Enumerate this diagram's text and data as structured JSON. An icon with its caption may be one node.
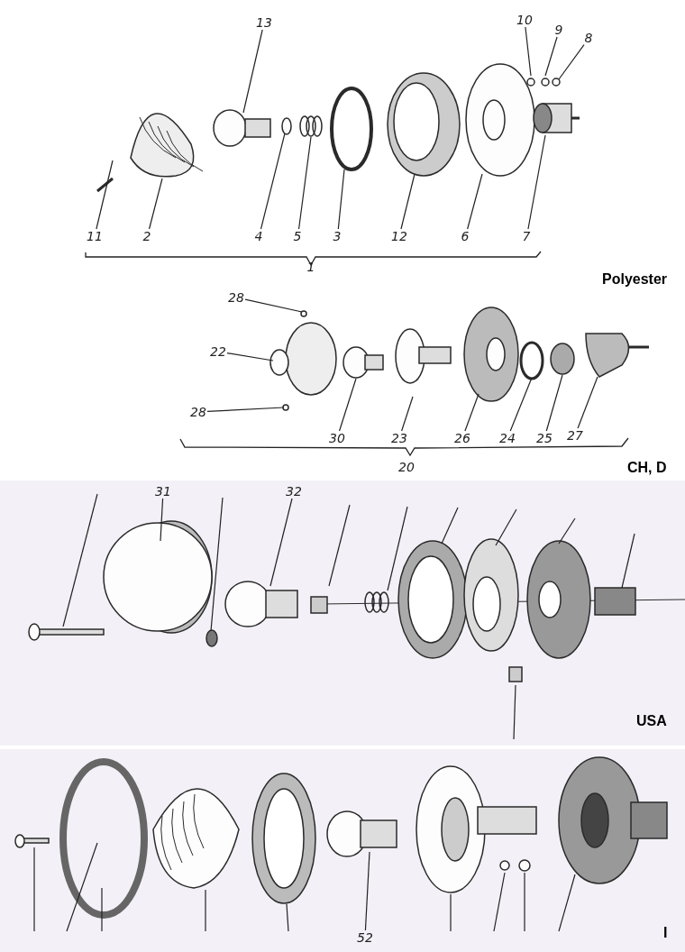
{
  "diagram": {
    "nodes": [
      {
        "text": [
          "13"
        ]
      },
      {
        "text": [
          "10"
        ]
      },
      {
        "text": [
          "9"
        ]
      },
      {
        "text": [
          "8"
        ]
      },
      {
        "text": [
          "11"
        ]
      },
      {
        "text": [
          "2"
        ]
      },
      {
        "text": [
          "4"
        ]
      },
      {
        "text": [
          "5"
        ]
      },
      {
        "text": [
          "3"
        ]
      },
      {
        "text": [
          "12"
        ]
      },
      {
        "text": [
          "6"
        ]
      },
      {
        "text": [
          "7"
        ]
      },
      {
        "text": [
          "28"
        ]
      },
      {
        "text": [
          "22"
        ]
      },
      {
        "text": [
          "28"
        ]
      },
      {
        "text": [
          "30"
        ]
      },
      {
        "text": [
          "23"
        ]
      },
      {
        "text": [
          "26"
        ]
      },
      {
        "text": [
          "24"
        ]
      },
      {
        "text": [
          "25"
        ]
      },
      {
        "text": [
          "27"
        ]
      },
      {
        "text": [
          "31"
        ]
      },
      {
        "text": [
          "32"
        ]
      },
      {
        "text": [
          "52"
        ]
      }
    ],
    "edges": [
      {
        "from": 0,
        "to": null,
        "arrow": "none"
      },
      {
        "from": 1,
        "to": null,
        "arrow": "none"
      },
      {
        "from": 2,
        "to": null,
        "arrow": "none"
      },
      {
        "from": 3,
        "to": null,
        "arrow": "none"
      },
      {
        "from": 4,
        "to": null,
        "arrow": "none"
      },
      {
        "from": 5,
        "to": null,
        "arrow": "none"
      },
      {
        "from": 6,
        "to": null,
        "arrow": "none"
      },
      {
        "from": 7,
        "to": null,
        "arrow": "none"
      },
      {
        "from": 8,
        "to": null,
        "arrow": "none"
      },
      {
        "from": 9,
        "to": null,
        "arrow": "none"
      },
      {
        "from": 10,
        "to": null,
        "arrow": "none"
      },
      {
        "from": 11,
        "to": null,
        "arrow": "none"
      },
      {
        "from": 12,
        "to": null,
        "arrow": "none"
      },
      {
        "from": 13,
        "to": null,
        "arrow": "none"
      },
      {
        "from": 14,
        "to": null,
        "arrow": "none"
      },
      {
        "from": 15,
        "to": null,
        "arrow": "none"
      },
      {
        "from": 16,
        "to": null,
        "arrow": "none"
      },
      {
        "from": 17,
        "to": null,
        "arrow": "none"
      },
      {
        "from": 18,
        "to": null,
        "arrow": "none"
      },
      {
        "from": 19,
        "to": null,
        "arrow": "none"
      },
      {
        "from": 20,
        "to": null,
        "arrow": "none"
      },
      {
        "from": 21,
        "to": null,
        "arrow": "none"
      },
      {
        "from": 22,
        "to": null,
        "arrow": "none"
      },
      {
        "from": 23,
        "to": null,
        "arrow": "none"
      }
    ],
    "labels": [
      "1",
      "Polyester",
      "20",
      "CH, D",
      "USA",
      "I"
    ]
  }
}
